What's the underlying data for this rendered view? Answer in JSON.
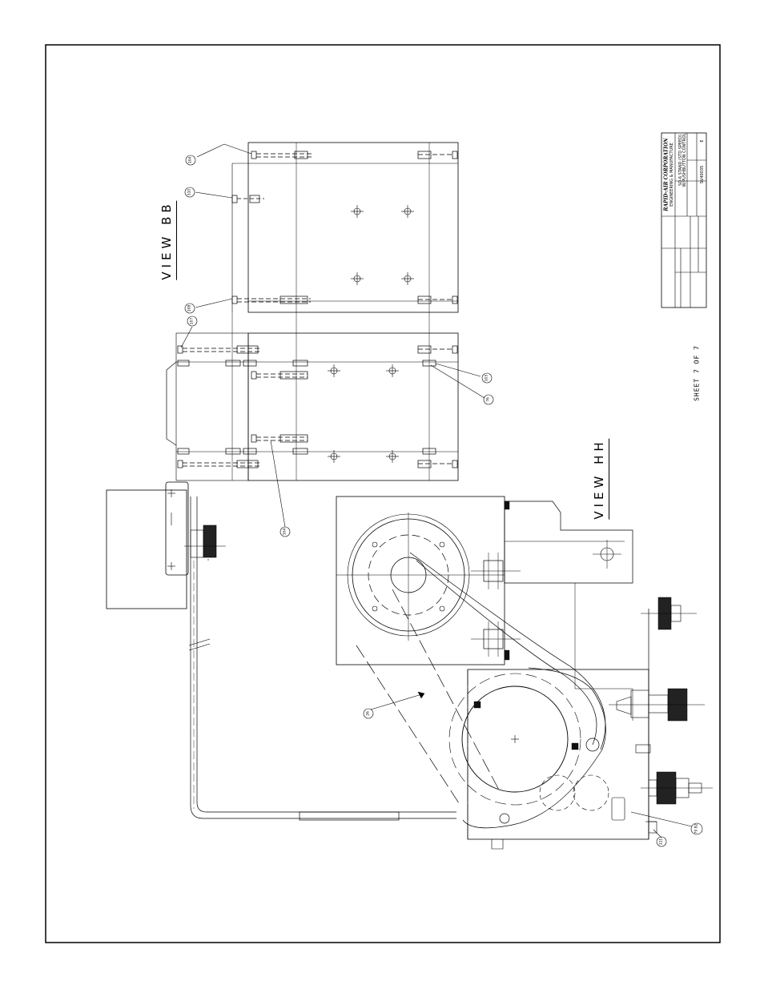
{
  "views": {
    "bb": "VIEW BB",
    "hh": "VIEW HH"
  },
  "sheet_label": "SHEET 7 OF 7",
  "balloons": [
    {
      "id": "b1",
      "text": "104"
    },
    {
      "id": "b2",
      "text": "110"
    },
    {
      "id": "b3",
      "text": "108"
    },
    {
      "id": "b4",
      "text": "107"
    },
    {
      "id": "b5",
      "text": "103"
    },
    {
      "id": "b6",
      "text": "76"
    },
    {
      "id": "b7",
      "text": "104"
    },
    {
      "id": "b8",
      "text": "26"
    },
    {
      "id": "b9",
      "text": "79 82"
    },
    {
      "id": "b10",
      "text": "111"
    }
  ],
  "title_block": {
    "company": "RAPID-AIR CORPORATION",
    "subtitle": "ENGINEERING & MANUFACTURE",
    "title_line1": "SD-6 STAND (STD SPEED)",
    "title_line2": "W/PUSHBUTTON CONTROL",
    "dwg_number": "SV40035",
    "rev": "E"
  }
}
